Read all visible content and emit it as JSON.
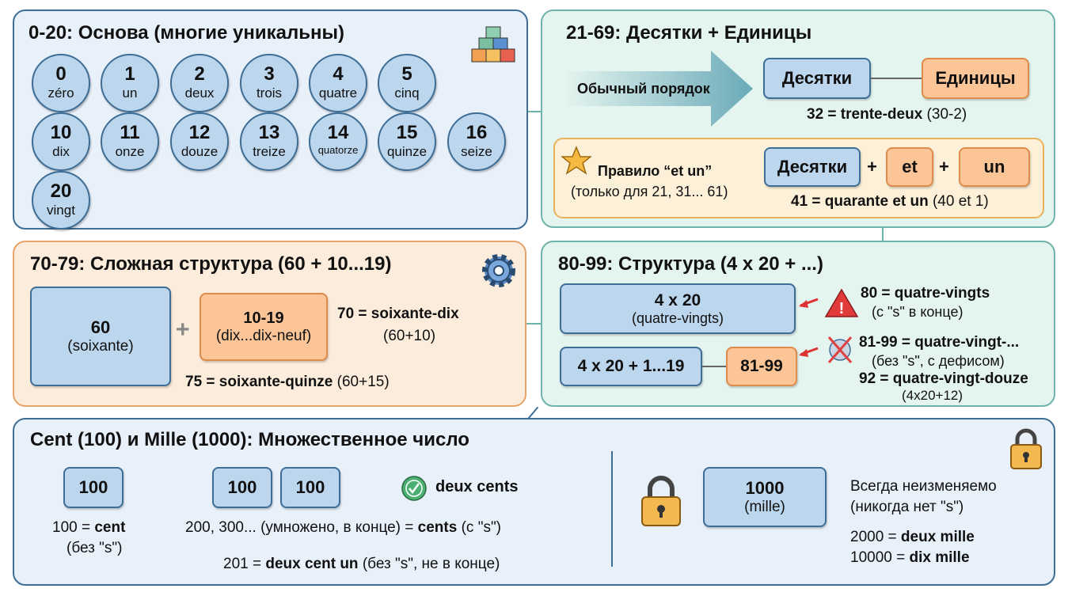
{
  "panel_0_20": {
    "title": "0-20: Основа (многие уникальны)",
    "numbers": [
      {
        "n": "0",
        "w": "zéro"
      },
      {
        "n": "1",
        "w": "un"
      },
      {
        "n": "2",
        "w": "deux"
      },
      {
        "n": "3",
        "w": "trois"
      },
      {
        "n": "4",
        "w": "quatre"
      },
      {
        "n": "5",
        "w": "cinq"
      },
      {
        "n": "10",
        "w": "dix"
      },
      {
        "n": "11",
        "w": "onze"
      },
      {
        "n": "12",
        "w": "douze"
      },
      {
        "n": "13",
        "w": "treize"
      },
      {
        "n": "14",
        "w": "quatorze"
      },
      {
        "n": "15",
        "w": "quinze"
      },
      {
        "n": "16",
        "w": "seize"
      },
      {
        "n": "20",
        "w": "vingt"
      }
    ]
  },
  "panel_21_69": {
    "title": "21-69: Десятки + Единицы",
    "arrow_label": "Обычный порядок",
    "tens": "Десятки",
    "units": "Единицы",
    "example_num": "32 = ",
    "example_word": "trente-deux",
    "example_note": " (30-2)",
    "rule": {
      "title": "Правило “et un”",
      "subtitle": "(только для 21, 31... 61)",
      "tens": "Десятки",
      "plus": "+",
      "et": "et",
      "un": "un",
      "example_num": "41 = ",
      "example_word": "quarante et un",
      "example_note": " (40 et 1)"
    }
  },
  "panel_70_79": {
    "title": "70-79: Сложная структура (60 + 10...19)",
    "box60": "60",
    "box60_sub": "(soixante)",
    "plus": "+",
    "box10": "10-19",
    "box10_sub": "(dix...dix-neuf)",
    "ex70": "70 = soixante-dix",
    "ex70_note": "(60+10)",
    "ex75_num": "75 = ",
    "ex75_word": "soixante-quinze",
    "ex75_note": " (60+15)"
  },
  "panel_80_99": {
    "title": "80-99: Структура (4 x 20 + ...)",
    "box80": "4 x 20",
    "box80_sub": "(quatre-vingts)",
    "box81": "4 x 20 + 1...19",
    "box81b": "81-99",
    "note80": "80 = quatre-vingts",
    "note80_sub": "(с \"s\" в конце)",
    "note81": "81-99 = quatre-vingt-...",
    "note81_sub": "(без \"s\", с дефисом)",
    "note92": "92 = quatre-vingt-douze",
    "note92_sub": "(4x20+12)"
  },
  "panel_cent": {
    "title": "Cent (100) и Mille (1000): Множественное число",
    "box100": "100",
    "cent_num": "100 = ",
    "cent_word": "cent",
    "cent_note": "(без \"s\")",
    "check_label": "deux cents",
    "plural_pre": "200, 300... (умножено, в конце) = ",
    "plural_word": "cents",
    "plural_note": " (с \"s\")",
    "ex201_num": "201 = ",
    "ex201_word": "deux cent un",
    "ex201_note": " (без \"s\", не в конце)",
    "box1000": "1000",
    "box1000_sub": "(mille)",
    "mille_note1": "Всегда неизменяемо",
    "mille_note2": "(никогда нет \"s\")",
    "ex2000_num": "2000 = ",
    "ex2000_word": "deux mille",
    "ex10000_num": "10000 = ",
    "ex10000_word": "dix mille"
  }
}
